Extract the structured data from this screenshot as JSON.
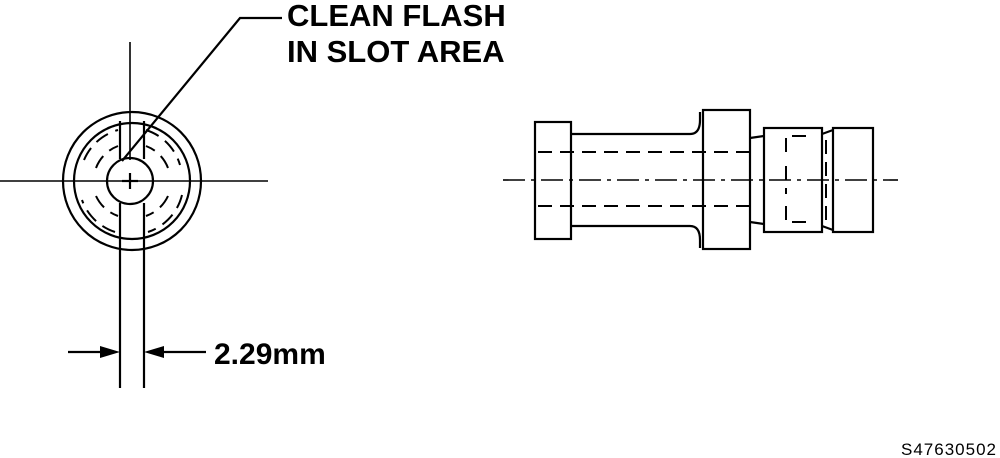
{
  "callout": {
    "line1": "CLEAN FLASH",
    "line2": "IN SLOT AREA"
  },
  "dimension": {
    "slot_width": "2.29mm"
  },
  "figure_id": "S47630502"
}
